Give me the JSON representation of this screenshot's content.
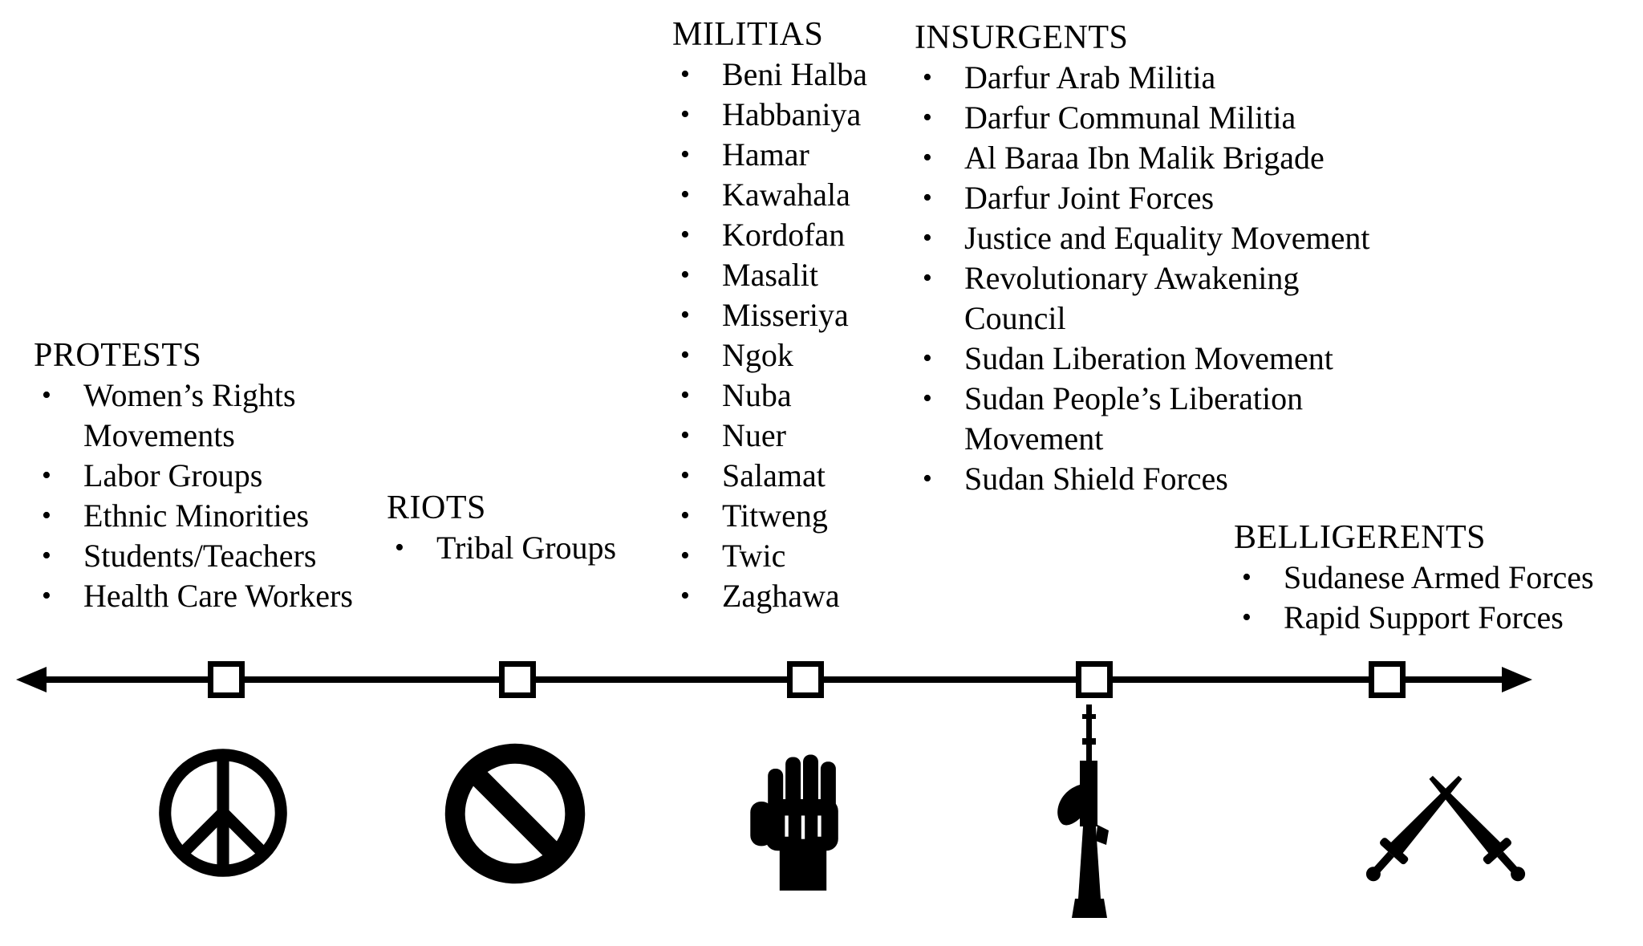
{
  "diagram": {
    "type": "spectrum-timeline",
    "subject": "Escalation of conflict actors",
    "colors": {
      "ink": "#000000",
      "background": "#ffffff"
    }
  },
  "categories": [
    {
      "id": "protests",
      "title": "PROTESTS",
      "icon": "peace-icon",
      "items": [
        "Women’s Rights\nMovements",
        "Labor Groups",
        "Ethnic Minorities",
        "Students/Teachers",
        "Health Care Workers"
      ]
    },
    {
      "id": "riots",
      "title": "RIOTS",
      "icon": "prohibition-icon",
      "items": [
        "Tribal Groups"
      ]
    },
    {
      "id": "militias",
      "title": "MILITIAS",
      "icon": "fist-icon",
      "items": [
        "Beni Halba",
        "Habbaniya",
        "Hamar",
        "Kawahala",
        "Kordofan",
        "Masalit",
        "Misseriya",
        "Ngok",
        "Nuba",
        "Nuer",
        "Salamat",
        "Titweng",
        "Twic",
        "Zaghawa"
      ]
    },
    {
      "id": "insurgents",
      "title": "INSURGENTS",
      "icon": "rifle-icon",
      "items": [
        "Darfur Arab Militia",
        "Darfur Communal Militia",
        "Al Baraa Ibn Malik Brigade",
        "Darfur Joint Forces",
        "Justice and Equality Movement",
        "Revolutionary Awakening\nCouncil",
        "Sudan Liberation Movement",
        "Sudan People’s Liberation\nMovement",
        "Sudan Shield Forces"
      ]
    },
    {
      "id": "belligerents",
      "title": "BELLIGERENTS",
      "icon": "crossed-swords-icon",
      "items": [
        "Sudanese Armed Forces",
        "Rapid Support Forces"
      ]
    }
  ]
}
